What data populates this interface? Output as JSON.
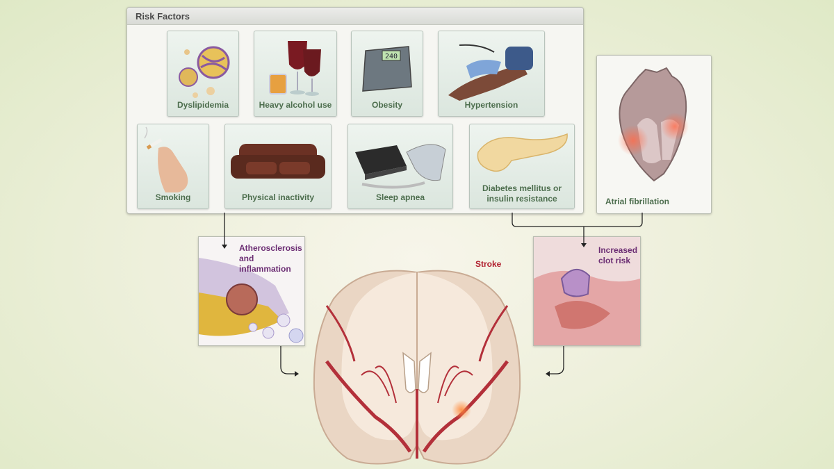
{
  "risk_factors": {
    "title": "Risk Factors",
    "items": [
      {
        "label": "Dyslipidemia"
      },
      {
        "label": "Heavy alcohol use"
      },
      {
        "label": "Obesity"
      },
      {
        "label": "Hypertension"
      },
      {
        "label": "Smoking"
      },
      {
        "label": "Physical inactivity"
      },
      {
        "label": "Sleep apnea"
      },
      {
        "label_line1": "Diabetes mellitus or",
        "label_line2": "insulin resistance"
      }
    ]
  },
  "scale_display": "240",
  "atrial_fibrillation": {
    "label": "Atrial fibrillation"
  },
  "atherosclerosis": {
    "line1": "Atherosclerosis",
    "line2": "and inflammation"
  },
  "clot_risk": {
    "line1": "Increased",
    "line2": "clot risk"
  },
  "stroke": {
    "label": "Stroke"
  },
  "colors": {
    "accent_green": "#4d6e4e",
    "purple": "#6b2d73",
    "stroke_red": "#b01e2d"
  }
}
